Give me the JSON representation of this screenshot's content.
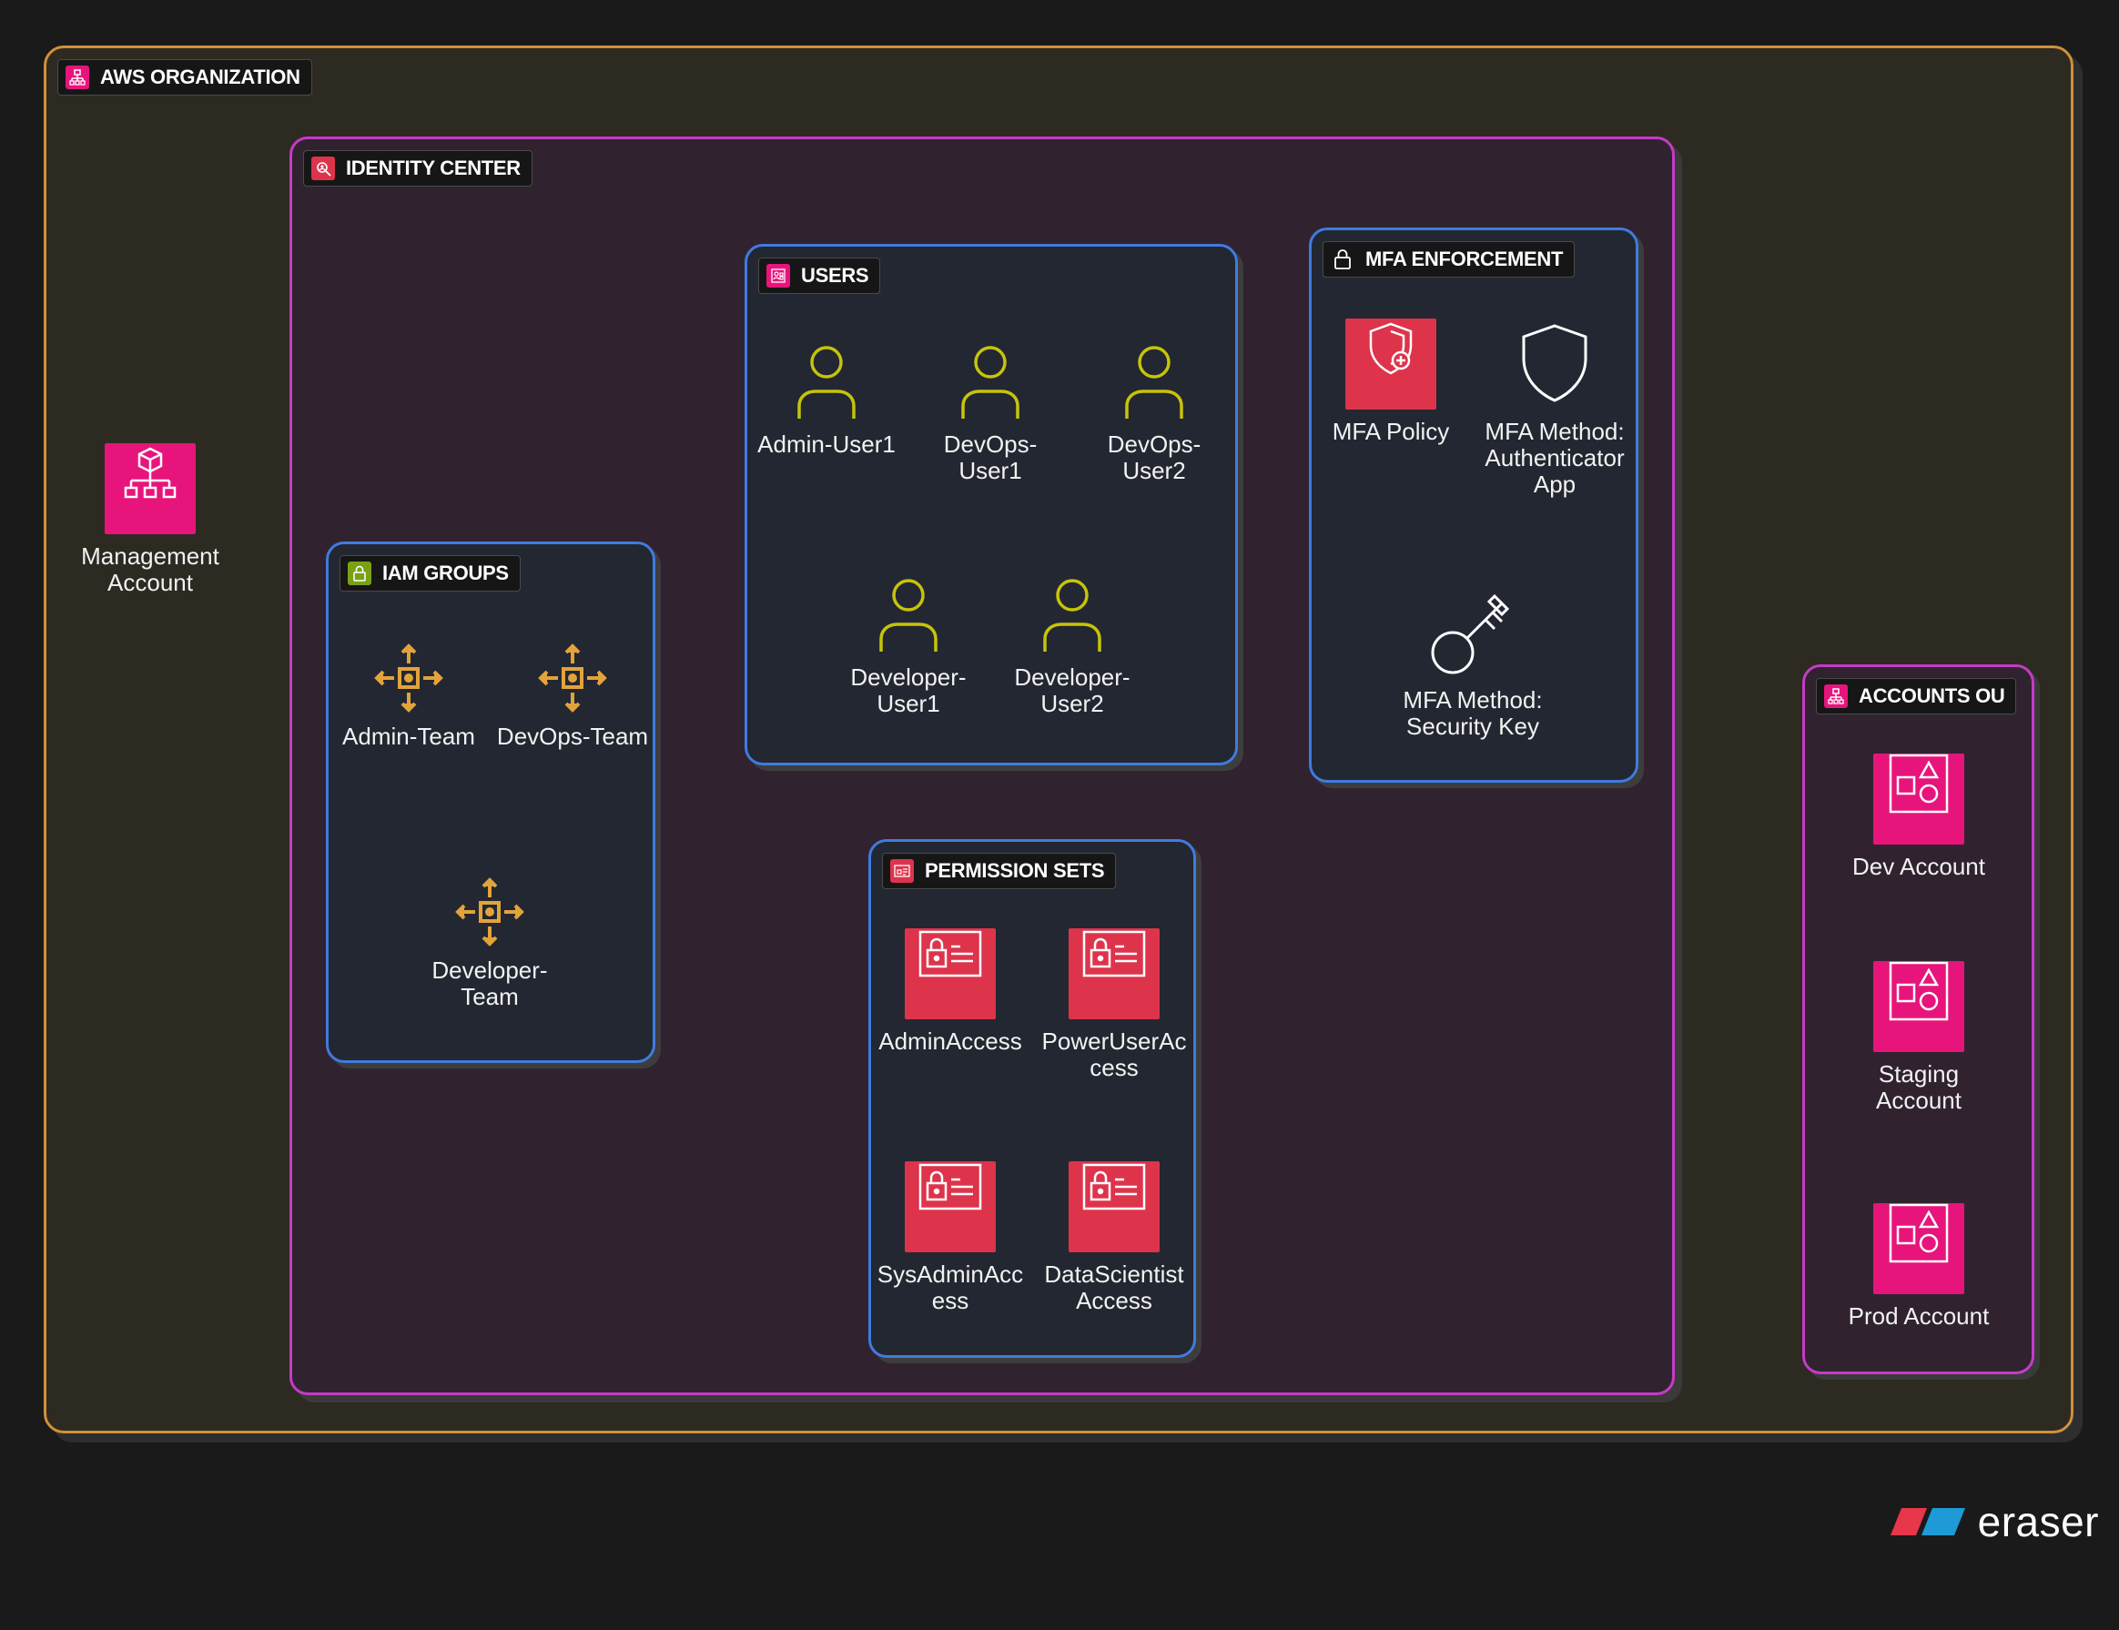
{
  "groups": {
    "aws_org": {
      "label": "AWS ORGANIZATION",
      "color": "#d1903b"
    },
    "identity_center": {
      "label": "IDENTITY CENTER",
      "color": "#c53bc7"
    },
    "iam_groups": {
      "label": "IAM GROUPS",
      "color": "#3f7be0"
    },
    "users": {
      "label": "USERS",
      "color": "#3f7be0"
    },
    "mfa": {
      "label": "MFA ENFORCEMENT",
      "color": "#3f7be0"
    },
    "permission_sets": {
      "label": "PERMISSION SETS",
      "color": "#3f7be0"
    },
    "accounts_ou": {
      "label": "ACCOUNTS OU",
      "color": "#c53bc7"
    }
  },
  "nodes": {
    "management_account": {
      "label": "Management\nAccount",
      "icon": "organization-icon"
    },
    "admin_team": {
      "label": "Admin-Team",
      "icon": "group-arrows-icon"
    },
    "devops_team": {
      "label": "DevOps-Team",
      "icon": "group-arrows-icon"
    },
    "developer_team": {
      "label": "Developer-\nTeam",
      "icon": "group-arrows-icon"
    },
    "admin_user1": {
      "label": "Admin-User1",
      "icon": "user-icon"
    },
    "devops_user1": {
      "label": "DevOps-\nUser1",
      "icon": "user-icon"
    },
    "devops_user2": {
      "label": "DevOps-\nUser2",
      "icon": "user-icon"
    },
    "developer_user1": {
      "label": "Developer-\nUser1",
      "icon": "user-icon"
    },
    "developer_user2": {
      "label": "Developer-\nUser2",
      "icon": "user-icon"
    },
    "mfa_policy": {
      "label": "MFA Policy",
      "icon": "shield-plus-icon"
    },
    "mfa_authenticator": {
      "label": "MFA Method:\nAuthenticator\nApp",
      "icon": "shield-icon"
    },
    "mfa_security_key": {
      "label": "MFA Method:\nSecurity Key",
      "icon": "key-icon"
    },
    "admin_access": {
      "label": "AdminAccess",
      "icon": "permission-card-icon"
    },
    "poweruser_access": {
      "label": "PowerUserAc\ncess",
      "icon": "permission-card-icon"
    },
    "sysadmin_access": {
      "label": "SysAdminAcc\ness",
      "icon": "permission-card-icon"
    },
    "datascientist_access": {
      "label": "DataScientist\nAccess",
      "icon": "permission-card-icon"
    },
    "dev_account": {
      "label": "Dev Account",
      "icon": "shapes-icon"
    },
    "staging_account": {
      "label": "Staging\nAccount",
      "icon": "shapes-icon"
    },
    "prod_account": {
      "label": "Prod Account",
      "icon": "shapes-icon"
    }
  },
  "colors": {
    "pink": "#e7157b",
    "red": "#dd344c",
    "orange": "#e3a33b",
    "green": "#7aa116",
    "user_yellow": "#c6c40b"
  },
  "brand": {
    "name": "eraser"
  }
}
